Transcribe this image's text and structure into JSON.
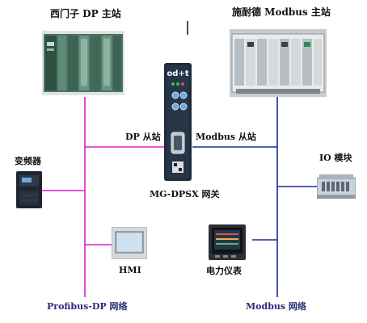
{
  "labels": {
    "siemens_master": "西门子 DP 主站",
    "schneider_master": "施耐德 Modbus 主站",
    "dp_slave": "DP 从站",
    "modbus_slave": "Modbus 从站",
    "gateway": "MG-DPSX 网关",
    "inverter": "变频器",
    "io_module": "IO 模块",
    "hmi": "HMI",
    "power_meter": "电力仪表",
    "profibus_network": "Profibus-DP 网络",
    "modbus_network": "Modbus 网络"
  },
  "gateway_brand": "od+t",
  "colors": {
    "profibus": "#d81fc8",
    "modbus": "#1c2a9a",
    "plc_green": "#3f6f58",
    "gateway_body": "#1f2a3a"
  }
}
